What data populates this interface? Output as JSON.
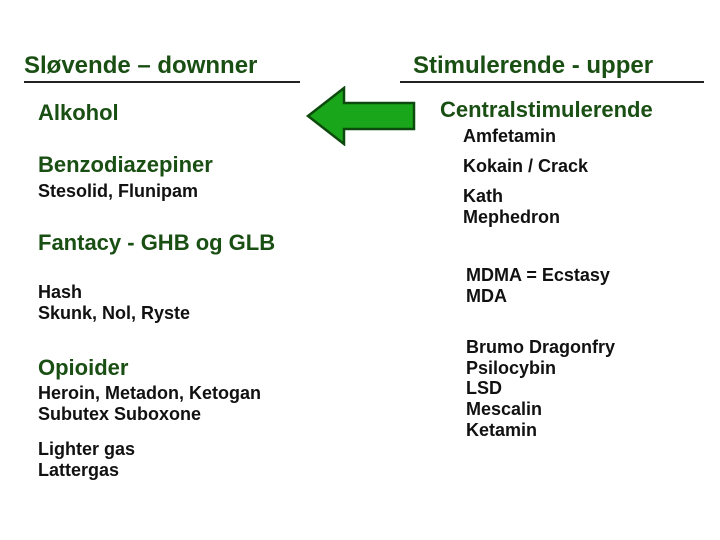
{
  "left": {
    "header": "Sløvende – downner",
    "items": [
      {
        "title": "Alkohol"
      },
      {
        "title": "Benzodiazepiner",
        "sub": "Stesolid, Flunipam"
      },
      {
        "title": "Fantacy  - GHB og GLB"
      },
      {
        "lines": [
          "Hash",
          "Skunk, Nol, Ryste"
        ]
      },
      {
        "title": "Opioider",
        "lines": [
          "Heroin, Metadon, Ketogan",
          "Subutex Suboxone"
        ]
      },
      {
        "lines": [
          "Lighter gas",
          "Lattergas"
        ]
      }
    ]
  },
  "right": {
    "header": "Stimulerende - upper",
    "centralstim": "Centralstimulerende",
    "stim_items": [
      "Amfetamin",
      "Kokain / Crack",
      "Kath",
      "Mephedron"
    ],
    "mdma_lines": [
      "MDMA = Ecstasy",
      "MDA"
    ],
    "hallu_lines": [
      "Brumo Dragonfry",
      "Psilocybin",
      "LSD",
      "Mescalin",
      "Ketamin"
    ]
  },
  "colors": {
    "heading_green": "#1a4f14",
    "arrow_green": "#1aa61a",
    "text_black": "#111111"
  },
  "icons": {
    "arrow": "arrow-left-icon"
  }
}
